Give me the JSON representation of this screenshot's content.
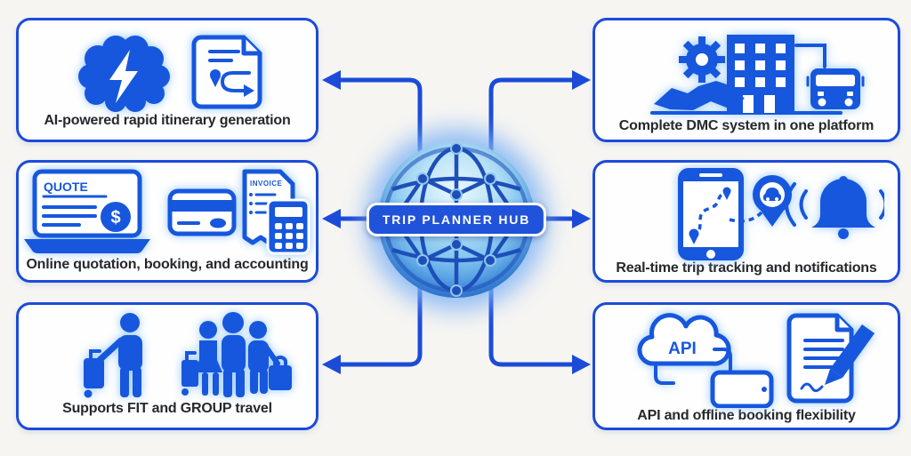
{
  "hub": {
    "label": "TRIP PLANNER HUB"
  },
  "boxes": {
    "top_left": {
      "label": "AI-powered rapid itinerary generation"
    },
    "mid_left": {
      "label": "Online quotation, booking, and accounting"
    },
    "bottom_left": {
      "label": "Supports FIT and GROUP travel"
    },
    "top_right": {
      "label": "Complete DMC system in one platform"
    },
    "mid_right": {
      "label": "Real-time trip tracking and notifications"
    },
    "bottom_right": {
      "label": "API and offline booking flexibility"
    }
  },
  "icon_text": {
    "quote": "QUOTE",
    "invoice": "INVOICE",
    "api": "API",
    "dollar": "$"
  },
  "icons": [
    "ai-brain-icon",
    "itinerary-document-icon",
    "quote-laptop-icon",
    "credit-card-icon",
    "invoice-calculator-icon",
    "solo-traveler-icon",
    "group-travelers-icon",
    "gear-icon",
    "handshake-icon",
    "building-icon",
    "bus-icon",
    "phone-route-icon",
    "car-pin-icon",
    "notification-bell-icon",
    "api-cloud-icon",
    "tablet-icon",
    "signed-document-icon",
    "globe-network-icon"
  ],
  "colors": {
    "accent": "#1c4bd8",
    "icon_blue": "#1657dd",
    "text": "#26282c",
    "hub_badge": "#2153da",
    "globe_mesh": "#1e4fb8",
    "background": "#f6f5f2"
  }
}
